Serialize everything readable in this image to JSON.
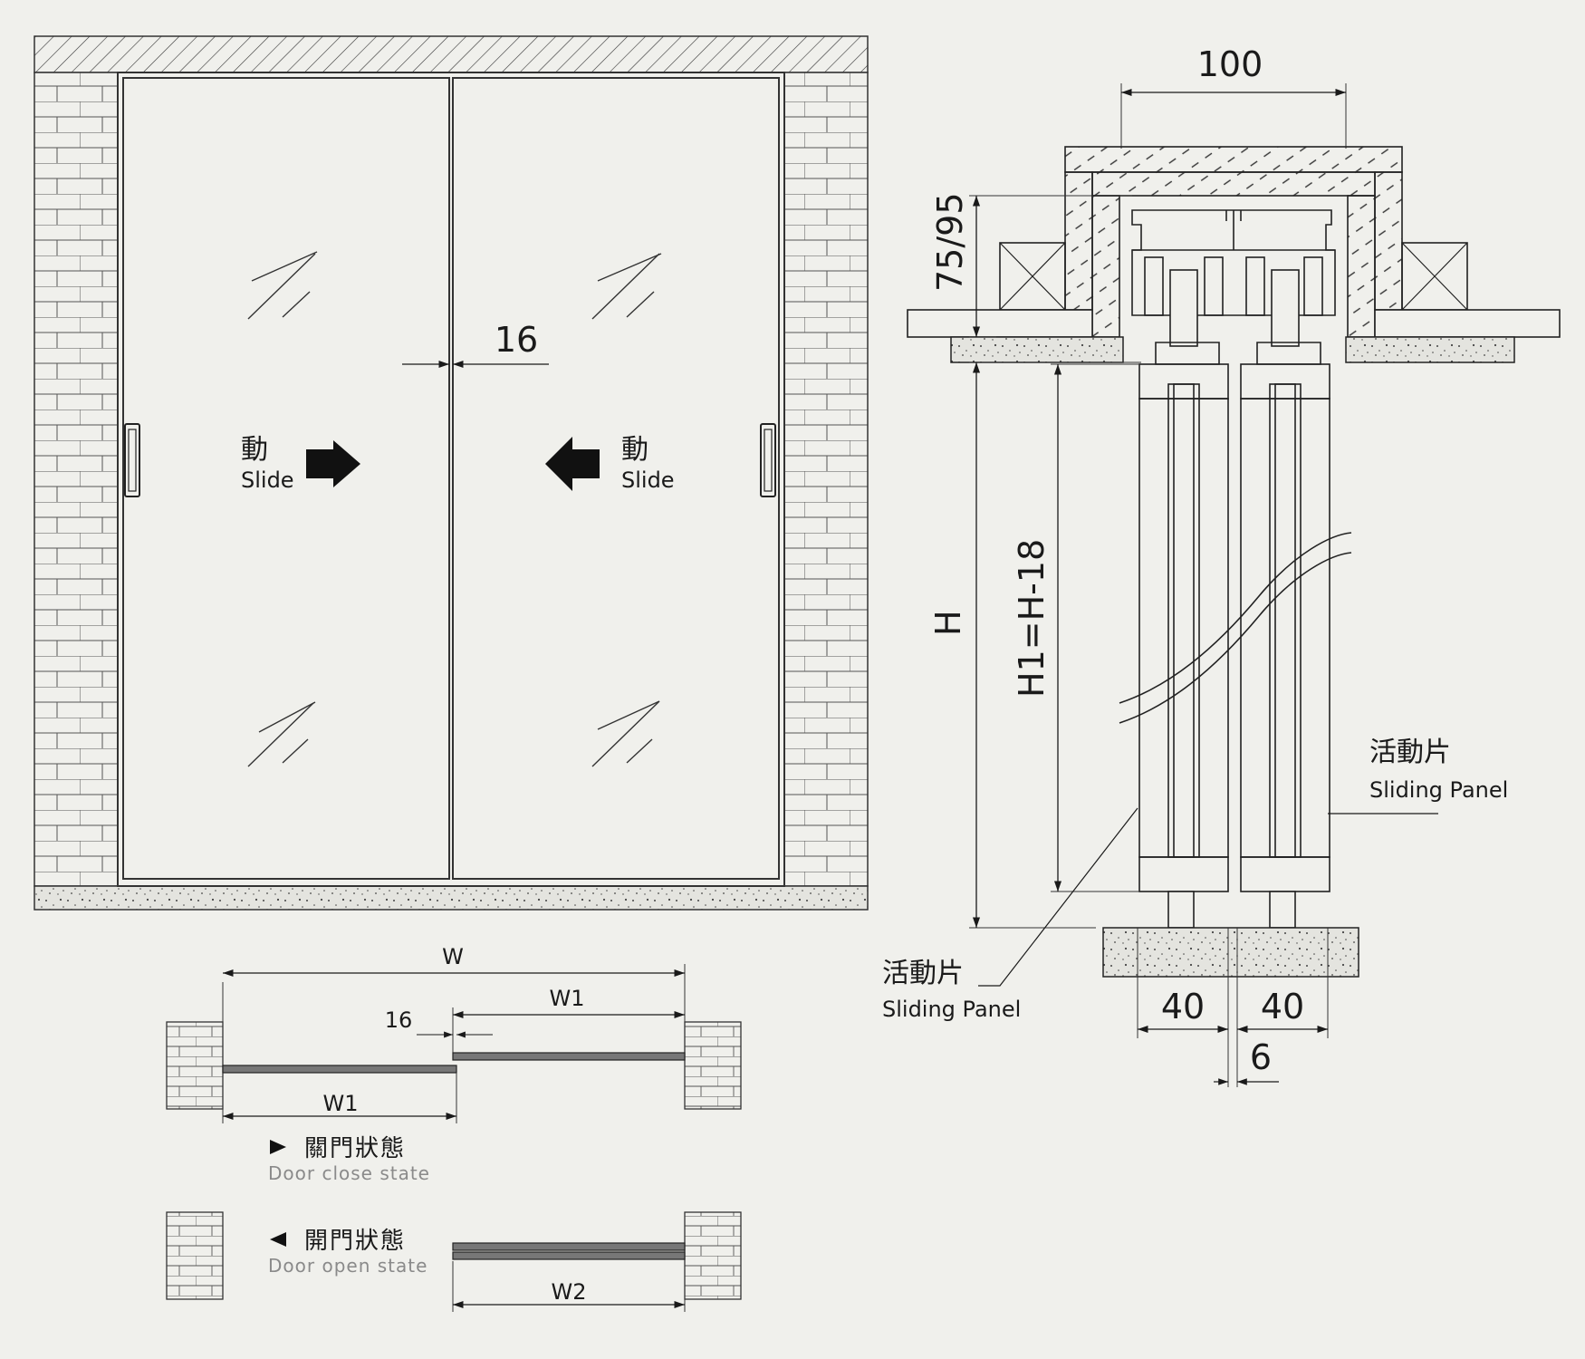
{
  "elevation": {
    "gap_dimension": "16",
    "left_slide_cn": "動",
    "left_slide_en": "Slide",
    "right_slide_cn": "動",
    "right_slide_en": "Slide"
  },
  "plan": {
    "total_width": "W",
    "panel_width_top": "W1",
    "overlap_dimension": "16",
    "panel_width_bottom": "W1",
    "open_width": "W2",
    "close_state_cn": "關門狀態",
    "close_state_en": "Door close state",
    "open_state_cn": "開門狀態",
    "open_state_en": "Door open state"
  },
  "section": {
    "top_width": "100",
    "track_height": "75/95",
    "overall_height": "H",
    "panel_height": "H1=H-18",
    "panel_left_width": "40",
    "panel_right_width": "40",
    "gap_width": "6",
    "right_label_cn": "活動片",
    "right_label_en": "Sliding Panel",
    "left_label_cn": "活動片",
    "left_label_en": "Sliding Panel"
  }
}
